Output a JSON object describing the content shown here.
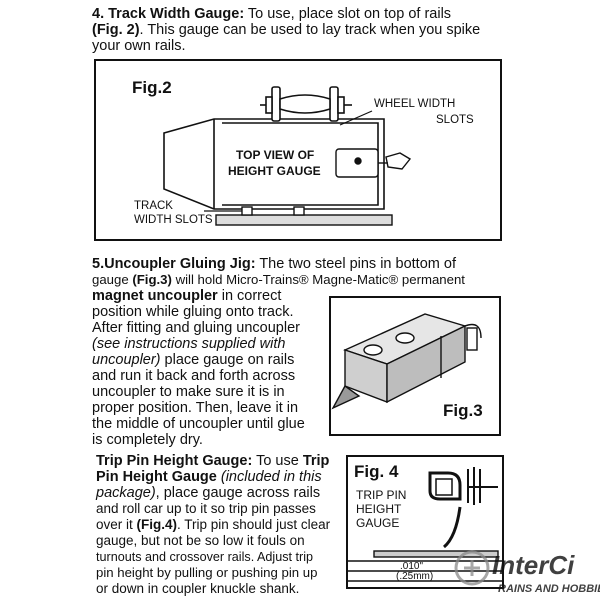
{
  "section4": {
    "heading": "4. Track Width Gauge:",
    "line1_rest": " To use, place slot on top of rails",
    "fig_ref": "(Fig. 2)",
    "line2_rest": ". This gauge can be used to lay track when you spike",
    "line3": "your own rails."
  },
  "fig2": {
    "label": "Fig.2",
    "wheel_width_line1": "WHEEL WIDTH",
    "wheel_width_line2": "SLOTS",
    "top_view_line1": "TOP VIEW OF",
    "top_view_line2": "HEIGHT GAUGE",
    "track_width_line1": "TRACK",
    "track_width_line2": "WIDTH SLOTS"
  },
  "section5": {
    "heading": "5.Uncoupler Gluing Jig:",
    "l1_rest": " The two steel pins in bottom of",
    "l2_a": "gauge ",
    "l2_fig": "(Fig.3)",
    "l2_b": " will hold Micro-Trains® Magne-Matic® permanent",
    "l3_bold": "magnet uncoupler",
    "l3_rest": " in correct",
    "l4": "position while gluing onto track.",
    "l5": "After fitting and gluing uncoupler",
    "l6_italic": "(see instructions supplied with",
    "l7_italic": "uncoupler)",
    "l7_rest": " place gauge on rails",
    "l8": "and run it back and forth across",
    "l9": "uncoupler to make sure it is in",
    "l10": "proper position. Then, leave it in",
    "l11": "the middle of uncoupler until glue",
    "l12": "is completely dry."
  },
  "fig3": {
    "label": "Fig.3"
  },
  "section6": {
    "heading_a": "Trip Pin Height Gauge:",
    "l1_rest": " To use ",
    "heading_b": "Trip",
    "l2_bold": "Pin Height Gauge",
    "l2_italic": " (included in this",
    "l3_italic": "package)",
    "l3_rest": ", place gauge across rails",
    "l4": "and roll car up to it so trip pin passes",
    "l5_a": "over it ",
    "l5_fig": "(Fig.4)",
    "l5_b": ". Trip pin should just clear",
    "l6": "gauge, but not be so low it fouls on",
    "l7": "turnouts and crossover rails. Adjust trip",
    "l8": "pin height by pulling or pushing pin up",
    "l9": "or down in coupler knuckle shank."
  },
  "fig4": {
    "label": "Fig. 4",
    "caption_line1": "TRIP PIN",
    "caption_line2": "HEIGHT",
    "caption_line3": "GAUGE",
    "dim_inch": ".010\"",
    "dim_mm": "(.25mm)"
  },
  "watermark": {
    "brand": "InterCi",
    "tagline": "RAINS AND HOBBIE",
    "color": "#8a8a8a"
  }
}
